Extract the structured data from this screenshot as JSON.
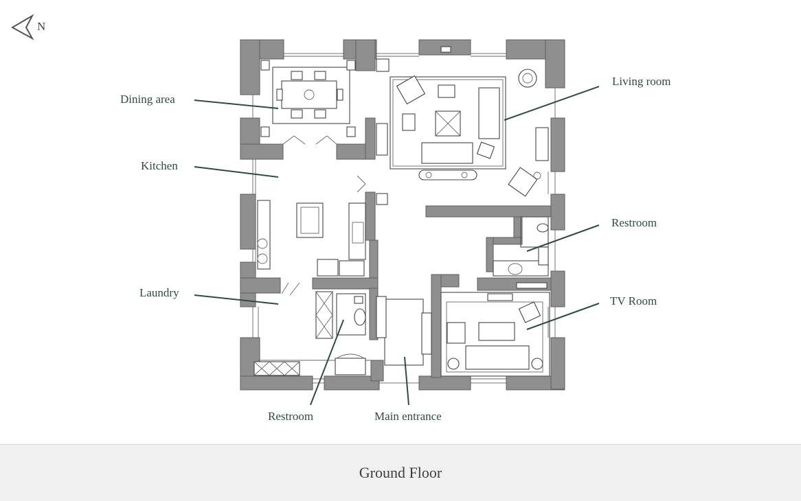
{
  "compass": {
    "icon": "north-arrow-icon",
    "label": "N"
  },
  "rooms": {
    "dining": "Dining area",
    "kitchen": "Kitchen",
    "laundry": "Laundry",
    "living": "Living room",
    "restroom_east": "Restroom",
    "tv": "TV Room",
    "restroom_south": "Restroom",
    "entrance": "Main entrance"
  },
  "footer": {
    "title": "Ground Floor"
  },
  "colors": {
    "label": "#2f4b44",
    "wall": "#8f8f8f",
    "footer_bg": "#f0f0f0"
  }
}
